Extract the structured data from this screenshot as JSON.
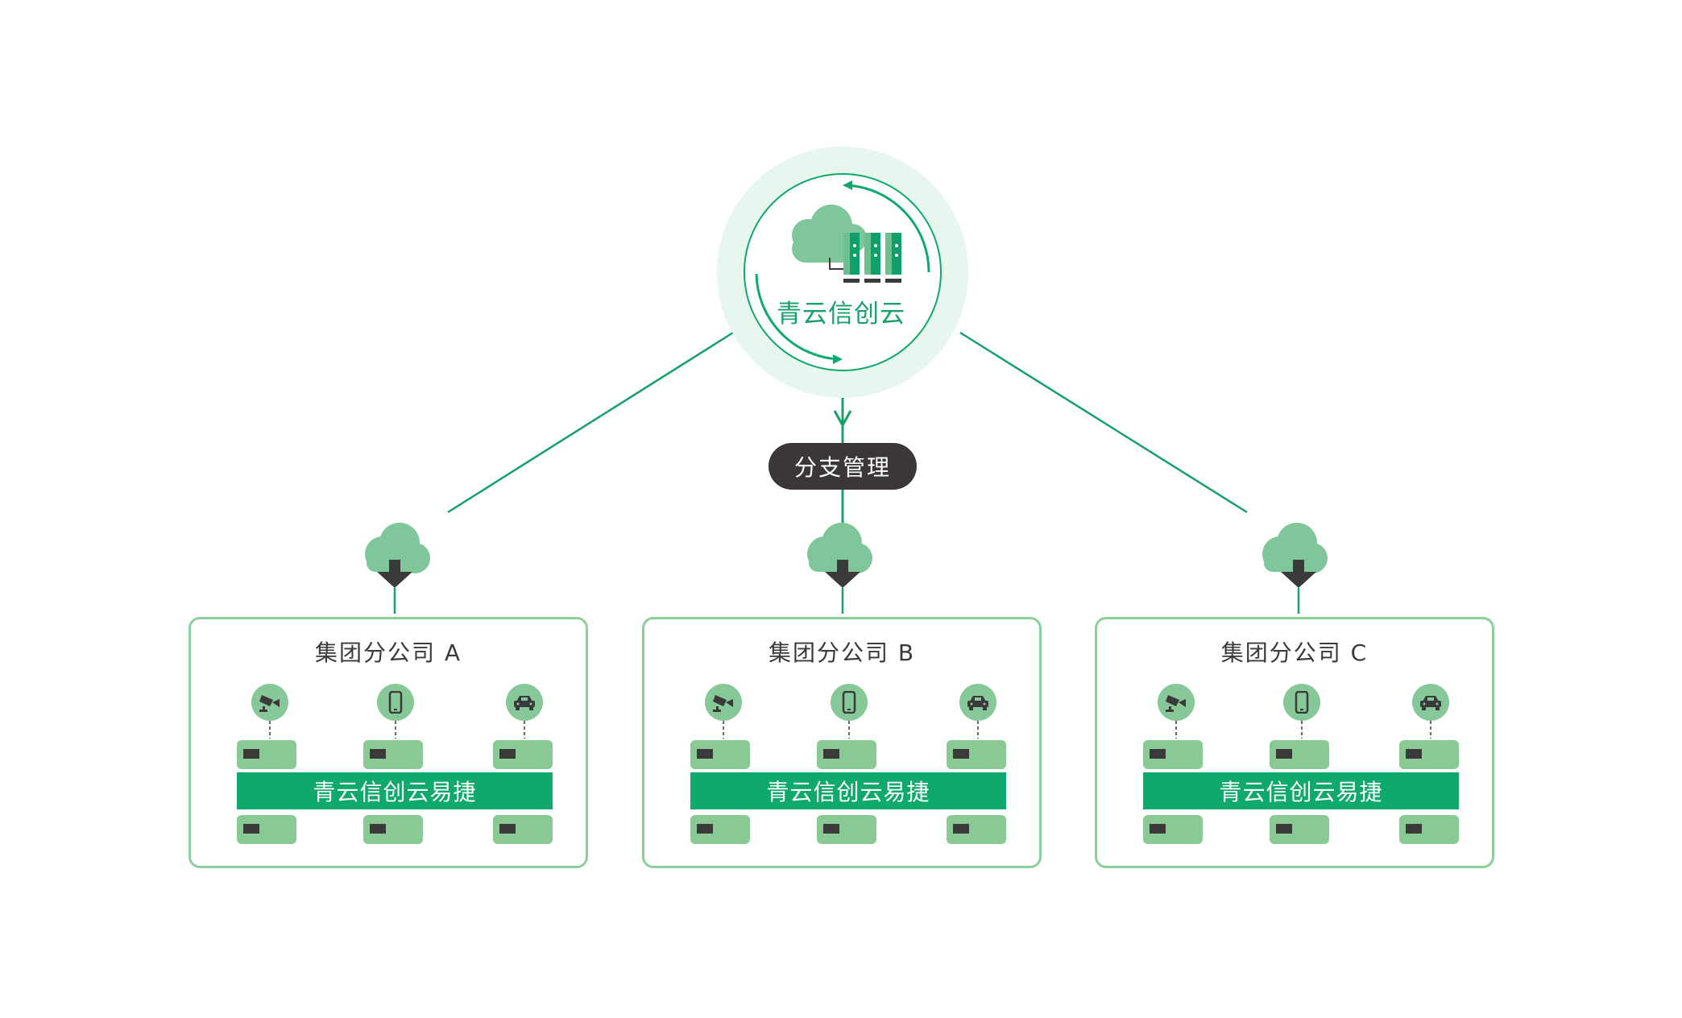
{
  "hub": {
    "title": "青云信创云",
    "colors": {
      "halo": "#e7f6ee",
      "ring": "#10a96c",
      "cloud": "#7fc79a",
      "server_dark": "#0f9f68",
      "server_light": "#3a3a3a"
    }
  },
  "branch_management": {
    "label": "分支管理"
  },
  "branches": [
    {
      "title": "集团分公司 A",
      "product_bar": "青云信创云易捷",
      "devices": [
        "camera-icon",
        "phone-icon",
        "car-icon"
      ]
    },
    {
      "title": "集团分公司 B",
      "product_bar": "青云信创云易捷",
      "devices": [
        "camera-icon",
        "phone-icon",
        "car-icon"
      ]
    },
    {
      "title": "集团分公司 C",
      "product_bar": "青云信创云易捷",
      "devices": [
        "camera-icon",
        "phone-icon",
        "car-icon"
      ]
    }
  ],
  "colors": {
    "accent": "#10a96c",
    "line": "#16a06a",
    "box_border": "#8dcf9c",
    "node": "#88c994",
    "pill": "#3a3736",
    "text": "#3a3a3a"
  }
}
